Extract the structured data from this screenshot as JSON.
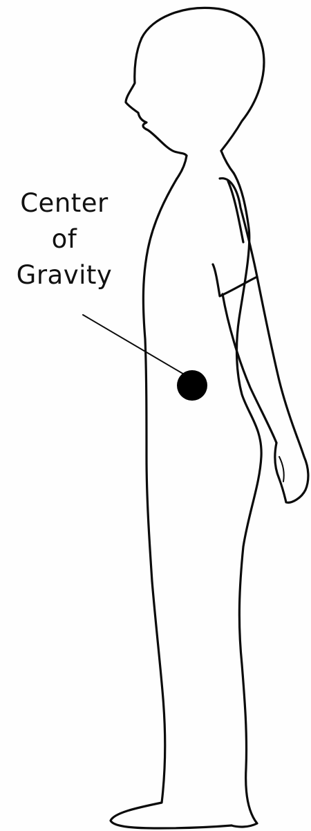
{
  "diagram": {
    "label_lines": [
      "Center",
      "of",
      "Gravity"
    ],
    "colors": {
      "background": "#ffffff",
      "ink": "#0b0b0b",
      "marker": "#000000"
    }
  }
}
